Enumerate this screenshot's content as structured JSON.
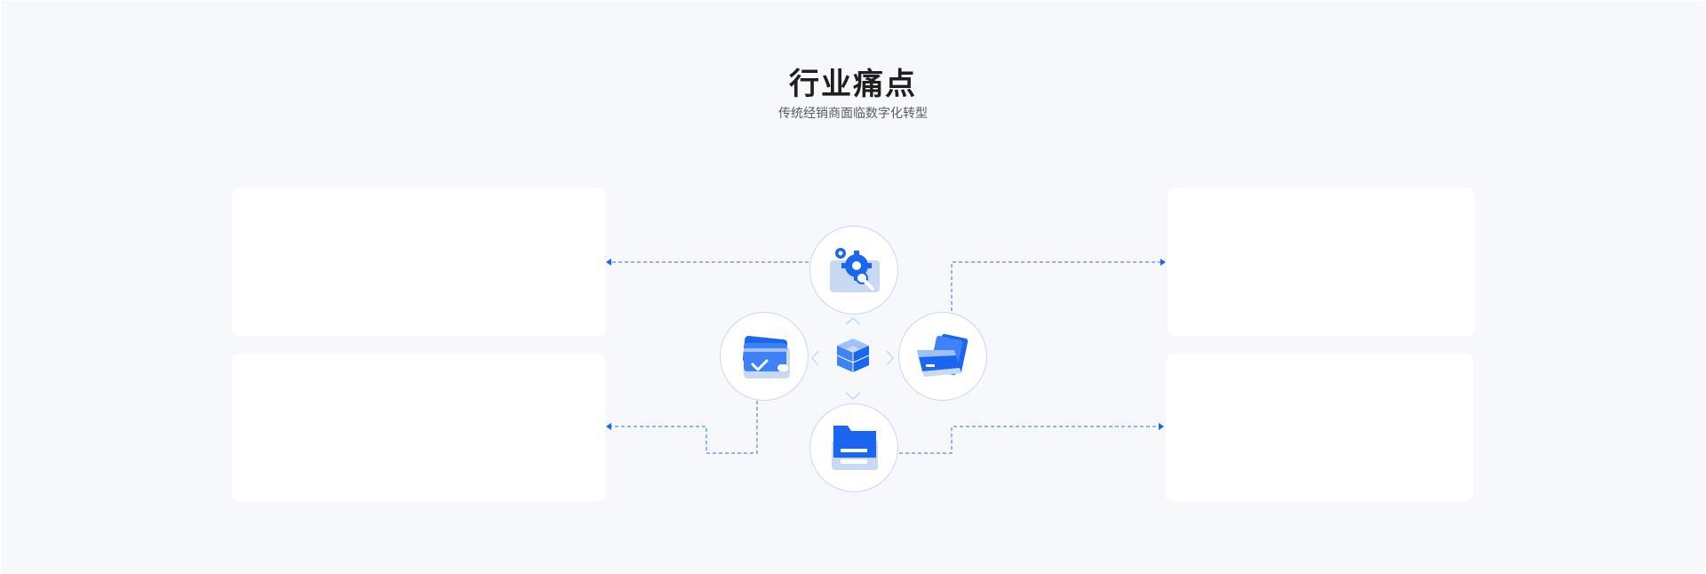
{
  "header": {
    "title": "行业痛点",
    "subtitle": "传统经销商面临数字化转型"
  },
  "colors": {
    "background": "#f6f8fb",
    "card": "#ffffff",
    "accent": "#1a66f0",
    "accent_light": "#c9d8f3",
    "connector": "#2f6fe8"
  },
  "diagram": {
    "nodes": [
      {
        "position": "top",
        "icon": "gear-search-icon"
      },
      {
        "position": "left",
        "icon": "wallet-check-icon"
      },
      {
        "position": "right",
        "icon": "cards-stack-icon"
      },
      {
        "position": "bottom",
        "icon": "folder-icon"
      }
    ],
    "center_icon": "cube-stack-icon"
  }
}
